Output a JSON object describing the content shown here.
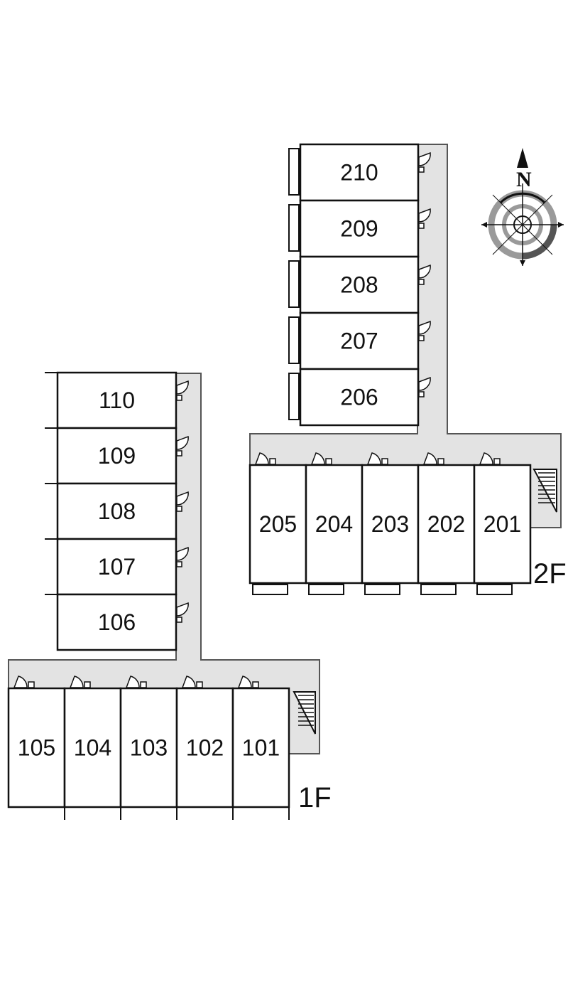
{
  "compass": {
    "label": "N",
    "icon": "compass-icon"
  },
  "floors": {
    "first": {
      "label": "1F",
      "vertical_units": [
        "110",
        "109",
        "108",
        "107",
        "106"
      ],
      "horizontal_units": [
        "105",
        "104",
        "103",
        "102",
        "101"
      ]
    },
    "second": {
      "label": "2F",
      "vertical_units": [
        "210",
        "209",
        "208",
        "207",
        "206"
      ],
      "horizontal_units": [
        "205",
        "204",
        "203",
        "202",
        "201"
      ]
    }
  },
  "colors": {
    "corridor": "#e3e3e3",
    "wall": "#111111",
    "compass_gray": "#9a9a9a"
  }
}
